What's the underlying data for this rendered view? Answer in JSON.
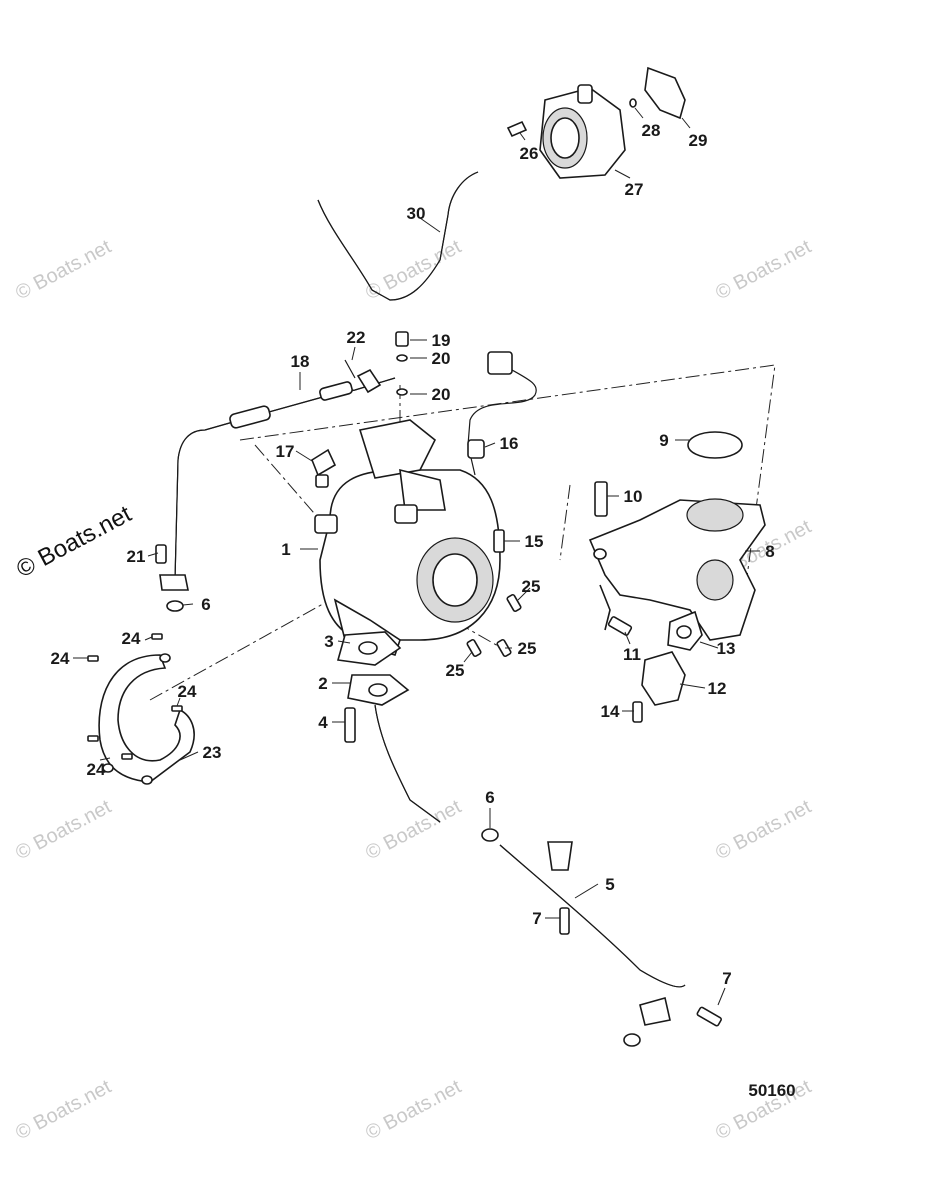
{
  "diagram": {
    "figure_number": "50160",
    "watermark_text": "© Boats.net",
    "callouts": [
      {
        "label": "1"
      },
      {
        "label": "2"
      },
      {
        "label": "3"
      },
      {
        "label": "4"
      },
      {
        "label": "5"
      },
      {
        "label": "6"
      },
      {
        "label": "6"
      },
      {
        "label": "7"
      },
      {
        "label": "7"
      },
      {
        "label": "8"
      },
      {
        "label": "9"
      },
      {
        "label": "10"
      },
      {
        "label": "11"
      },
      {
        "label": "12"
      },
      {
        "label": "13"
      },
      {
        "label": "14"
      },
      {
        "label": "15"
      },
      {
        "label": "16"
      },
      {
        "label": "17"
      },
      {
        "label": "18"
      },
      {
        "label": "19"
      },
      {
        "label": "20"
      },
      {
        "label": "20"
      },
      {
        "label": "21"
      },
      {
        "label": "22"
      },
      {
        "label": "23"
      },
      {
        "label": "24"
      },
      {
        "label": "24"
      },
      {
        "label": "24"
      },
      {
        "label": "24"
      },
      {
        "label": "25"
      },
      {
        "label": "25"
      },
      {
        "label": "25"
      },
      {
        "label": "26"
      },
      {
        "label": "27"
      },
      {
        "label": "28"
      },
      {
        "label": "29"
      },
      {
        "label": "30"
      }
    ]
  }
}
